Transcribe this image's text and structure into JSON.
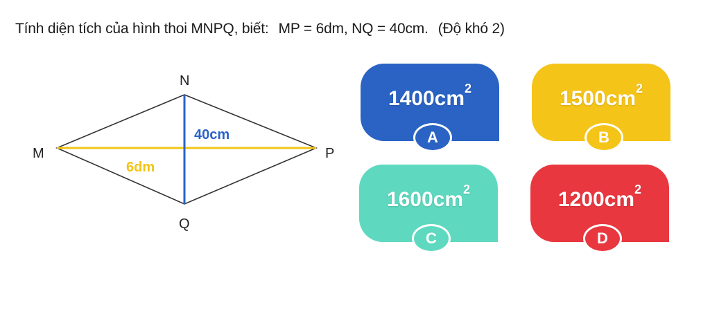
{
  "question": {
    "text": "Tính diện tích của hình thoi MNPQ, biết:",
    "given": "MP = 6dm, NQ = 40cm.",
    "difficulty": "(Độ khó 2)"
  },
  "figure": {
    "vertices": {
      "M": "M",
      "N": "N",
      "P": "P",
      "Q": "Q"
    },
    "diagonal_nq_label": "40cm",
    "diagonal_mp_label": "6dm",
    "colors": {
      "nq": "#2a62c8",
      "mp": "#f2c416",
      "outline": "#333333"
    }
  },
  "options": [
    {
      "letter": "A",
      "value": "1400cm",
      "exp": "2",
      "color": "#2a63c4"
    },
    {
      "letter": "B",
      "value": "1500cm",
      "exp": "2",
      "color": "#f5c418"
    },
    {
      "letter": "C",
      "value": "1600cm",
      "exp": "2",
      "color": "#5ed9bf"
    },
    {
      "letter": "D",
      "value": "1200cm",
      "exp": "2",
      "color": "#e9373f"
    }
  ]
}
